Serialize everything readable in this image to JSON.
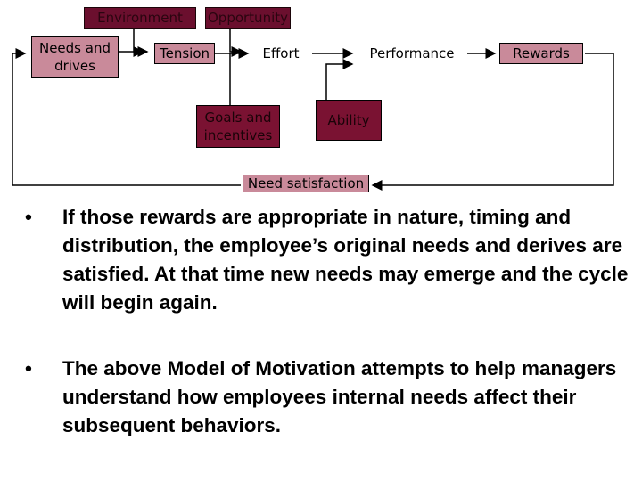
{
  "diagram": {
    "environment": "Environment",
    "opportunity": "Opportunity",
    "needs": "Needs and drives",
    "tension": "Tension",
    "effort": "Effort",
    "performance": "Performance",
    "rewards": "Rewards",
    "goals": "Goals and incentives",
    "ability": "Ability",
    "need_satisfaction": "Need satisfaction"
  },
  "colors": {
    "box_dark": "#6b0f2e",
    "box_light": "#c98a9a",
    "text": "#000000"
  },
  "bullets": [
    {
      "marker": "•",
      "text": "If those rewards are appropriate in nature, timing and distribution, the employee’s original needs and derives are satisfied. At that time new needs may emerge and the cycle will begin again."
    },
    {
      "marker": "•",
      "text": "The above  Model of Motivation attempts to help managers understand how employees internal needs affect their subsequent behaviors."
    }
  ]
}
